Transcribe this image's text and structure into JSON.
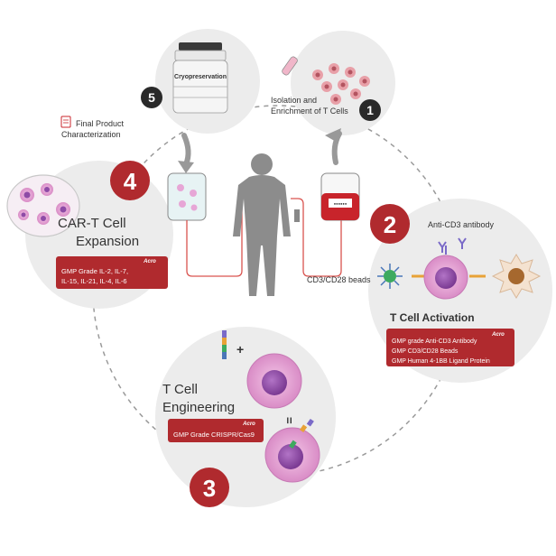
{
  "colors": {
    "accent_red": "#b02a2e",
    "panel_bg": "#ececec",
    "dark_badge": "#2a2a2a",
    "cell_pink": "#e7a6d6",
    "nucleus": "#8e4ba6",
    "body_grey": "#8c8c8c",
    "tube_red": "#d9534f"
  },
  "steps": {
    "s1": {
      "number": "1",
      "title_line1": "Isolation and",
      "title_line2": "Enrichment of T Cells"
    },
    "s2": {
      "number": "2",
      "title": "T Cell Activation",
      "antibody_label": "Anti-CD3 antibody",
      "beads_label": "CD3/CD28 beads",
      "products": [
        "GMP grade Anti-CD3 Antibody",
        "GMP CD3/CD28 Beads",
        "GMP Human 4-1BB Ligand Protein"
      ]
    },
    "s3": {
      "number": "3",
      "title_line1": "T Cell",
      "title_line2": "Engineering",
      "products": [
        "GMP Grade CRISPR/Cas9"
      ],
      "plus": "+",
      "equals": "="
    },
    "s4": {
      "number": "4",
      "title_line1": "CAR-T Cell",
      "title_line2": "Expansion",
      "products": [
        "GMP Grade IL-2, IL-7,",
        "IL-15, IL-21, IL-4, IL-6"
      ]
    },
    "s5": {
      "number": "5",
      "container_label": "Cryopreservation"
    }
  },
  "final_product": {
    "line1": "Final Product",
    "line2": "Characterization"
  },
  "brand": "Acro",
  "bag_label": "●●●●●●"
}
